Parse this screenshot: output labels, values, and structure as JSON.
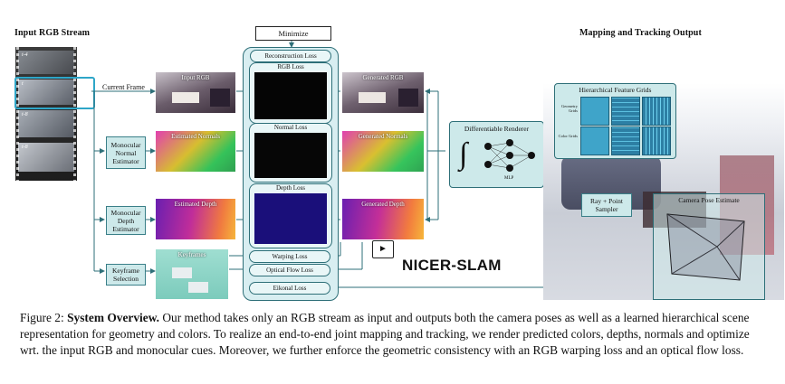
{
  "headers": {
    "input_stream": "Input RGB Stream",
    "output": "Mapping and Tracking Output"
  },
  "current_frame": "Current Frame",
  "frame_labels": [
    "t-4",
    "t",
    "t-8",
    "t-8"
  ],
  "estimators": {
    "normal": "Monocular Normal Estimator",
    "depth": "Monocular Depth Estimator",
    "keyframe": "Keyframe Selection"
  },
  "panels": {
    "input_rgb": "Input RGB",
    "estimated_normals": "Estimated Normals",
    "estimated_depth": "Estimated Depth",
    "keyframes": "Keyframes",
    "generated_rgb": "Generated RGB",
    "generated_normals": "Generated Normals",
    "generated_depth": "Generated Depth"
  },
  "minimize": "Minimize",
  "losses": {
    "reconstruction": "Reconstruction Loss",
    "rgb": "RGB Loss",
    "normal": "Normal Loss",
    "depth": "Depth Loss",
    "warping": "Warping Loss",
    "optical_flow": "Optical Flow Loss",
    "eikonal": "Eikonal Loss"
  },
  "renderer": {
    "title": "Differentiable Renderer",
    "mlp": "MLP"
  },
  "grids": {
    "title": "Hierarchical Feature Grids",
    "geometry": "Geometry Grids",
    "color": "Color Grids"
  },
  "sampler": "Ray + Point Sampler",
  "camera_pose": "Camera Pose Estimate",
  "method_name": "NICER-SLAM",
  "caption": {
    "prefix": "Figure 2: ",
    "bold": "System Overview.",
    "text": " Our method takes only an RGB stream as input and outputs both the camera poses as well as a learned hierarchical scene representation for geometry and colors. To realize an end-to-end joint mapping and tracking, we render predicted colors, depths, normals and optimize wrt. the input RGB and monocular cues. Moreover, we further enforce the geometric consistency with an RGB warping loss and an optical flow loss."
  }
}
